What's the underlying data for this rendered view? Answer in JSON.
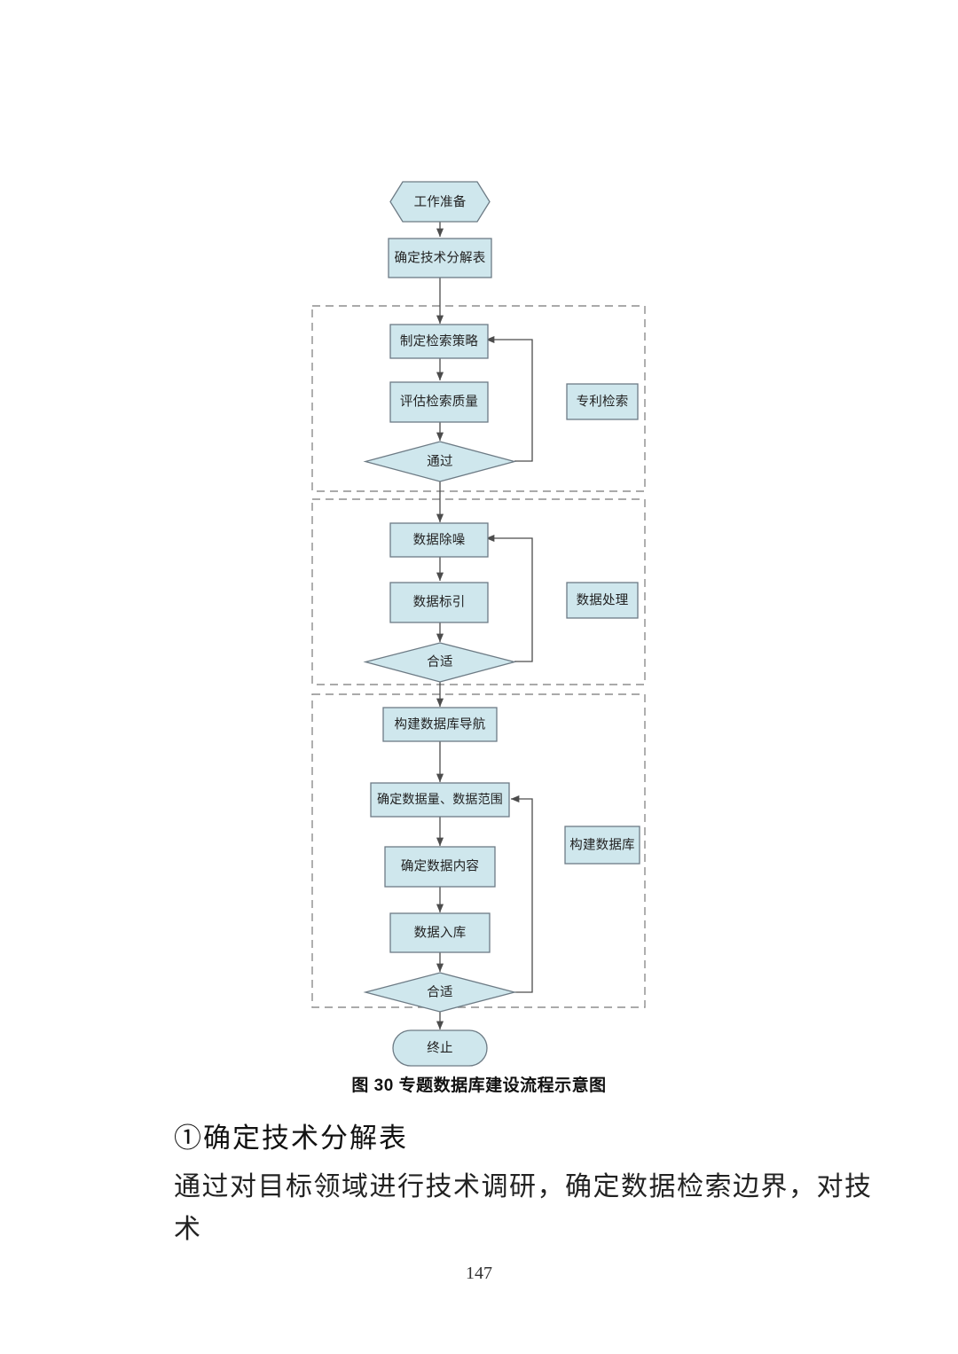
{
  "document": {
    "page_number": "147",
    "figure_caption": "图 30 专题数据库建设流程示意图",
    "section_heading": "①确定技术分解表",
    "body_paragraph": "通过对目标领域进行技术调研，确定数据检索边界，对技术"
  },
  "colors": {
    "shape_fill": "#cfe7ed",
    "shape_stroke": "#6d7b85",
    "group_border": "#8d8d8d",
    "connector": "#4c4c4c",
    "text": "#222222",
    "page_background": "#ffffff"
  },
  "flowchart": {
    "title": "专题数据库建设流程示意图",
    "nodes": {
      "start": {
        "label": "工作准备",
        "shape": "hexagon"
      },
      "tech_breakdown": {
        "label": "确定技术分解表",
        "shape": "rect"
      },
      "search_strategy": {
        "label": "制定检索策略",
        "shape": "rect"
      },
      "assess_quality": {
        "label": "评估检索质量",
        "shape": "rect"
      },
      "pass_decision": {
        "label": "通过",
        "shape": "diamond"
      },
      "denoise": {
        "label": "数据除噪",
        "shape": "rect"
      },
      "indexing": {
        "label": "数据标引",
        "shape": "rect"
      },
      "suitable_decision_1": {
        "label": "合适",
        "shape": "diamond"
      },
      "build_navigation": {
        "label": "构建数据库导航",
        "shape": "rect"
      },
      "data_volume_range": {
        "label": "确定数据量、数据范围",
        "shape": "rect"
      },
      "data_content": {
        "label": "确定数据内容",
        "shape": "rect"
      },
      "data_import": {
        "label": "数据入库",
        "shape": "rect"
      },
      "suitable_decision_2": {
        "label": "合适",
        "shape": "diamond"
      },
      "end": {
        "label": "终止",
        "shape": "stadium"
      }
    },
    "groups": [
      {
        "id": "group-patent-search",
        "label": "专利检索"
      },
      {
        "id": "group-data-processing",
        "label": "数据处理"
      },
      {
        "id": "group-build-database",
        "label": "构建数据库"
      }
    ],
    "edges": [
      {
        "from": "工作准备",
        "to": "确定技术分解表"
      },
      {
        "from": "确定技术分解表",
        "to": "制定检索策略"
      },
      {
        "from": "制定检索策略",
        "to": "评估检索质量"
      },
      {
        "from": "评估检索质量",
        "to": "通过"
      },
      {
        "from": "通过",
        "to": "制定检索策略",
        "type": "feedback"
      },
      {
        "from": "通过",
        "to": "数据除噪"
      },
      {
        "from": "数据除噪",
        "to": "数据标引"
      },
      {
        "from": "数据标引",
        "to": "合适"
      },
      {
        "from": "合适",
        "to": "数据除噪",
        "type": "feedback"
      },
      {
        "from": "合适",
        "to": "构建数据库导航"
      },
      {
        "from": "构建数据库导航",
        "to": "确定数据量、数据范围"
      },
      {
        "from": "确定数据量、数据范围",
        "to": "确定数据内容"
      },
      {
        "from": "确定数据内容",
        "to": "数据入库"
      },
      {
        "from": "数据入库",
        "to": "合适"
      },
      {
        "from": "合适",
        "to": "确定数据量、数据范围",
        "type": "feedback"
      },
      {
        "from": "合适",
        "to": "终止"
      }
    ]
  }
}
